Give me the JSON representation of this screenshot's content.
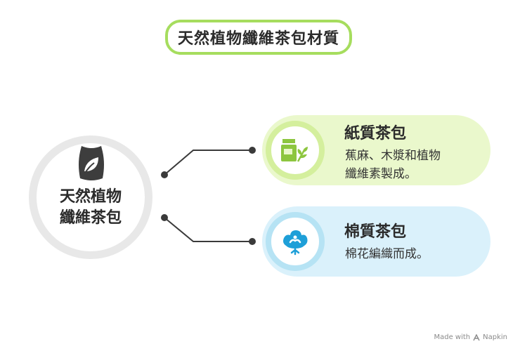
{
  "title": "天然植物纖維茶包材質",
  "hub": {
    "line1": "天然植物",
    "line2": "纖維茶包",
    "icon": "leaf-bag-icon"
  },
  "items": [
    {
      "title": "紙質茶包",
      "desc_line1": "蕉麻、木漿和植物",
      "desc_line2": "纖維素製成。",
      "icon": "paper-carton-icon"
    },
    {
      "title": "棉質茶包",
      "desc_line1": "棉花編織而成。",
      "icon": "cotton-icon"
    }
  ],
  "watermark": {
    "prefix": "Made with",
    "brand": "Napkin"
  },
  "colors": {
    "title_border": "#a6dd5e",
    "paper_bg": "#eaf8cc",
    "paper_ring": "#d4ef9d",
    "paper_icon": "#8dc63f",
    "cotton_bg": "#daf1fb",
    "cotton_ring": "#b6e3f4",
    "cotton_icon": "#1e9fd8",
    "hub_ring": "#e8e8e8",
    "connector": "#3a3a3a"
  }
}
